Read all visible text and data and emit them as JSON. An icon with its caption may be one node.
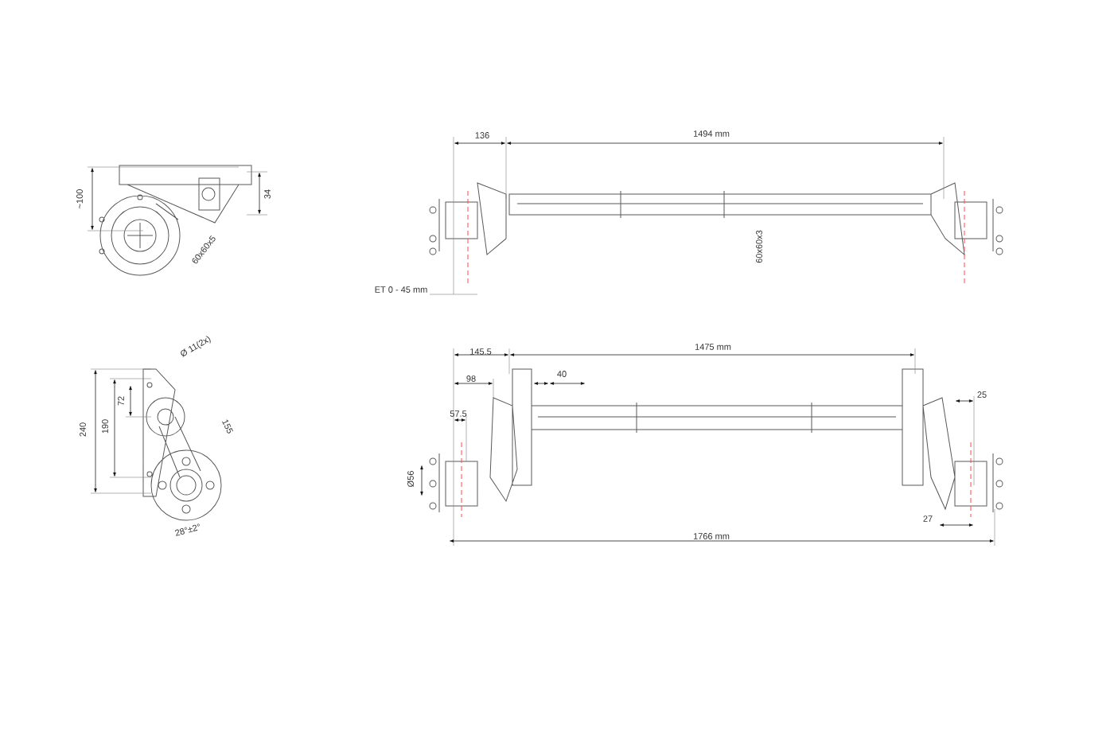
{
  "diagram": {
    "labels": [
      "~100",
      "34",
      "60x60x5",
      "Ø 11(2x)",
      "240",
      "190",
      "72",
      "155",
      "28°±2°",
      "136",
      "1494 mm",
      "60x60x3",
      "ET 0 - 45 mm",
      "145.5",
      "1475 mm",
      "98",
      "40",
      "25",
      "57.5",
      "Ø56",
      "27",
      "1766 mm"
    ]
  }
}
